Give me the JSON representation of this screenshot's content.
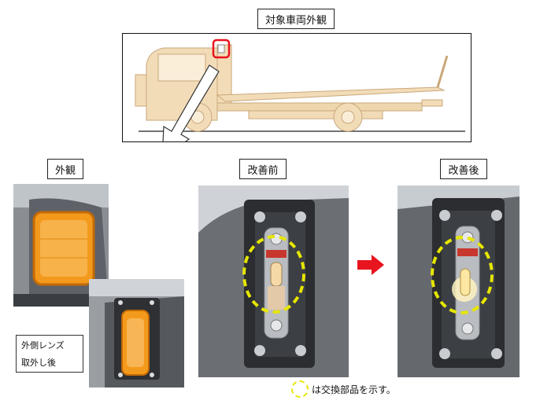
{
  "title": "対象車両外観",
  "sections": {
    "exterior": "外観",
    "before": "改善前",
    "after": "改善後"
  },
  "caption": {
    "line1": "外側レンズ",
    "line2": "取外し後"
  },
  "legend": {
    "text": "は交換部品を示す。"
  },
  "colors": {
    "highlight_red": "#e8141e",
    "dash_yellow": "#e6e600",
    "amber": "#f39a1c",
    "truck_body": "#f2dcb8"
  }
}
